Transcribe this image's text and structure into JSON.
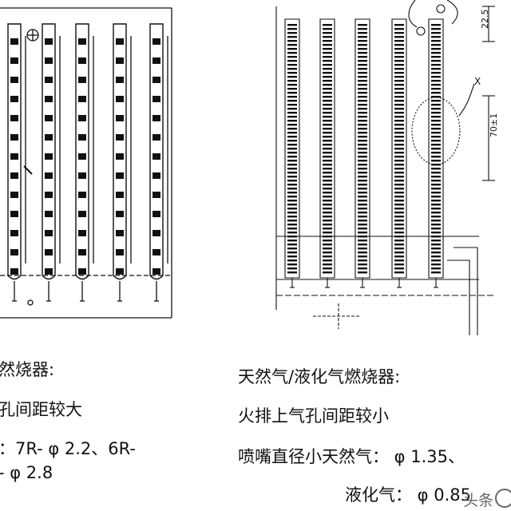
{
  "drawing": {
    "dimension_top": "22.5",
    "dimension_side": "70±1",
    "detail_mark": "X"
  },
  "left_caption": {
    "line1": "然烧器:",
    "line2": "孔间距较大",
    "line3": "：7R- φ 2.2、6R-",
    "line4": "- φ 2.8"
  },
  "right_caption": {
    "line1": "天然气/液化气燃烧器:",
    "line2": "火排上气孔间距较小",
    "line3": "喷嘴直径小天然气： φ 1.35、",
    "line4": "液化气： φ 0.85"
  },
  "watermark": {
    "text": "头条"
  }
}
